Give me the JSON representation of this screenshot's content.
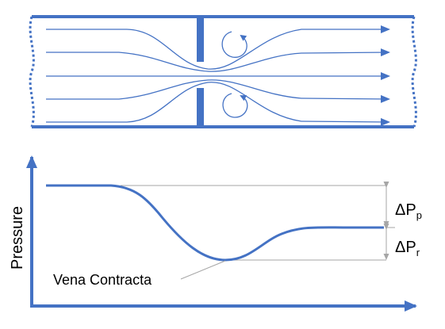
{
  "diagram": {
    "y_axis_label": "Pressure",
    "vena_contracta_label": "Vena Contracta",
    "delta_p_permanent": {
      "symbol": "ΔP",
      "subscript": "p"
    },
    "delta_p_recoverable": {
      "symbol": "ΔP",
      "subscript": "r"
    }
  },
  "colors": {
    "primary_blue": "#4472C4",
    "guide_gray": "#A6A6A6",
    "text": "#000000",
    "background": "#FFFFFF"
  }
}
